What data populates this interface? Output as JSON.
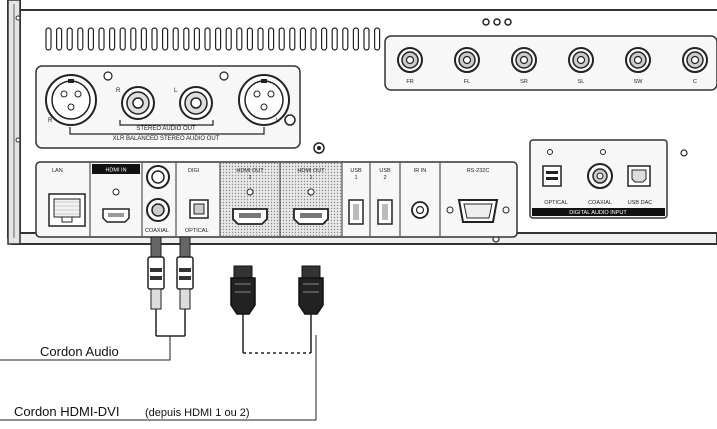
{
  "top_rca": {
    "labels": [
      "FR",
      "FL",
      "SR",
      "SL",
      "SW",
      "C"
    ]
  },
  "xlr": {
    "left_letter": "R",
    "right_letter": "L",
    "rca_r_letter": "R",
    "rca_l_letter": "L",
    "stereo_label": "STEREO AUDIO OUT",
    "xlr_label": "XLR BALANCED STEREO AUDIO OUT"
  },
  "ports": {
    "lan": "LAN",
    "hdmi_in": "HDMI IN",
    "coaxial": "COAXIAL",
    "digi": "DIGI",
    "optical": "OPTICAL",
    "hdmi_out2_a": "HDMI OUT",
    "hdmi_out2_b": "2",
    "hdmi_out1_a": "HDMI OUT",
    "hdmi_out1_b": "1",
    "usb1_a": "USB",
    "usb1_b": "1",
    "usb2_a": "USB",
    "usb2_b": "2",
    "ir_in": "IR IN",
    "rs232": "RS-232C"
  },
  "digital_input": {
    "optical": "OPTICAL",
    "coaxial": "COAXIAL",
    "usb_dac": "USB DAC",
    "title": "DIGITAL AUDIO INPUT"
  },
  "captions": {
    "audio": "Cordon Audio",
    "hdmi_main": "Cordon HDMI-DVI",
    "hdmi_note": "(depuis HDMI 1 ou 2)"
  }
}
